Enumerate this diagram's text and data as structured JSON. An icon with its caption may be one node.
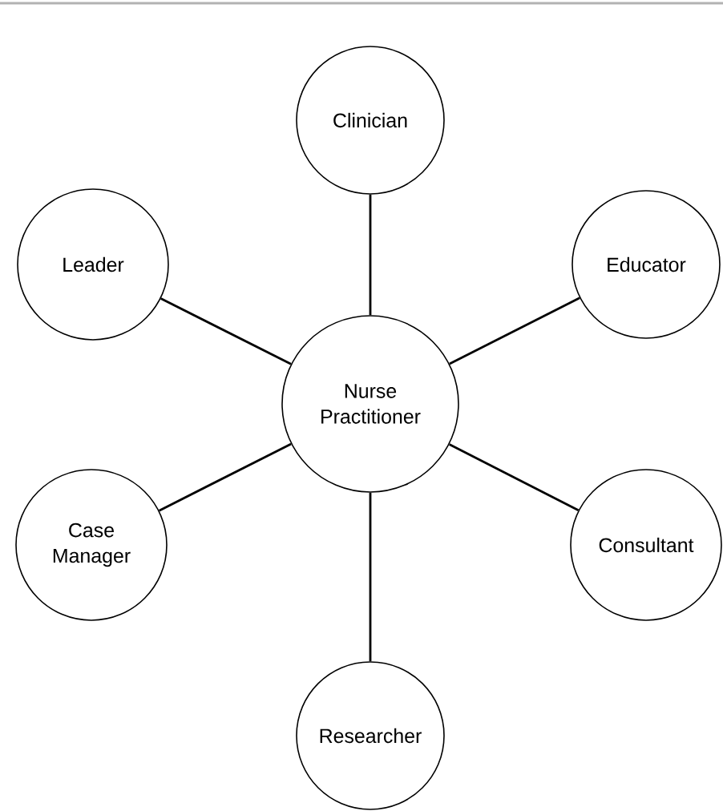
{
  "diagram": {
    "nodes": [
      {
        "text": [
          "Clinician"
        ]
      },
      {
        "text": [
          "Leader"
        ]
      },
      {
        "text": [
          "Educator"
        ]
      },
      {
        "text": [
          "Nurse Practitioner"
        ]
      },
      {
        "text": [
          "Case Manager"
        ]
      },
      {
        "text": [
          "Consultant"
        ]
      },
      {
        "text": [
          "Researcher"
        ]
      }
    ],
    "edges": [
      {
        "from": 3,
        "to": 0,
        "arrow": "none"
      },
      {
        "from": 3,
        "to": 1,
        "arrow": "none"
      },
      {
        "from": 3,
        "to": 2,
        "arrow": "none"
      },
      {
        "from": 3,
        "to": 4,
        "arrow": "none"
      },
      {
        "from": 3,
        "to": 5,
        "arrow": "none"
      },
      {
        "from": 3,
        "to": 6,
        "arrow": "none"
      }
    ]
  }
}
